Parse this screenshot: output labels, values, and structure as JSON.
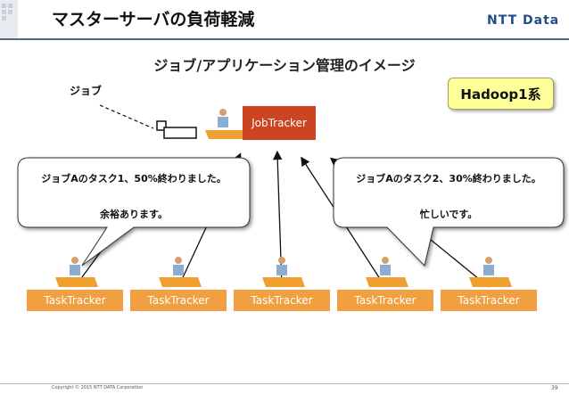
{
  "header": {
    "title": "マスターサーバの負荷軽減",
    "logo": "NTT Data"
  },
  "slide": {
    "subtitle": "ジョブ/アプリケーション管理のイメージ",
    "job_label": "ジョブ",
    "badge": "Hadoop1系",
    "jobtracker_label": "JobTracker",
    "tasktrackers": [
      "TaskTracker",
      "TaskTracker",
      "TaskTracker",
      "TaskTracker",
      "TaskTracker"
    ],
    "bubble_left": {
      "line1": "ジョブAのタスク1、50%終わりました。",
      "line2": "余裕あります。"
    },
    "bubble_right": {
      "line1": "ジョブAのタスク2、30%終わりました。",
      "line2": "忙しいです。"
    }
  },
  "footer": {
    "copyright": "Copyright © 2015 NTT DATA Corporation",
    "page_number": "39"
  },
  "colors": {
    "header_rule": "#4f6b87",
    "jobtracker": "#cc4422",
    "tasktracker": "#f0a040",
    "badge": "#ffff99",
    "desk": "#f0a030"
  }
}
